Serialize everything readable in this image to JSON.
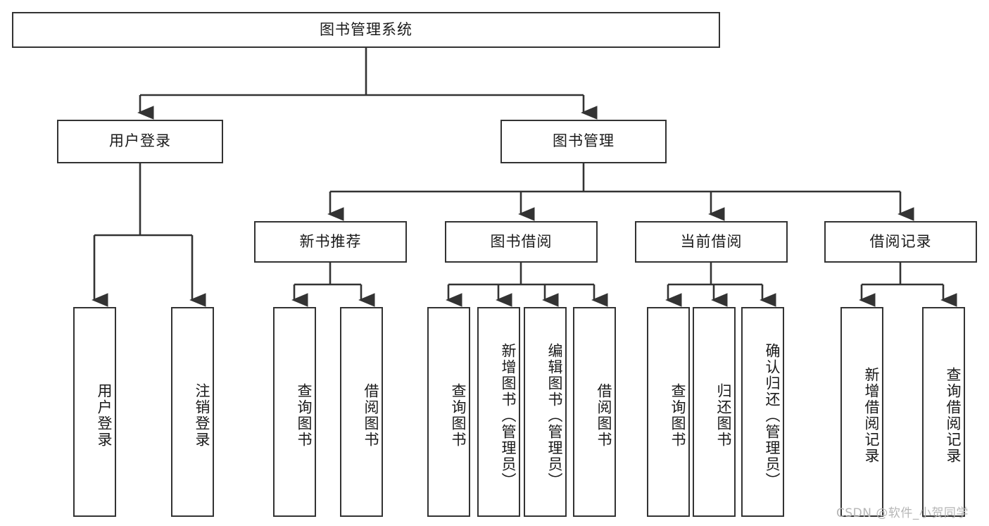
{
  "diagram": {
    "title": "图书管理系统",
    "type": "tree-hierarchy-chart",
    "root": {
      "label": "图书管理系统"
    },
    "level2": [
      {
        "label": "用户登录"
      },
      {
        "label": "图书管理"
      }
    ],
    "level3": [
      {
        "label": "新书推荐"
      },
      {
        "label": "图书借阅"
      },
      {
        "label": "当前借阅"
      },
      {
        "label": "借阅记录"
      }
    ],
    "leaves": {
      "user_login": [
        {
          "label": "用户登录"
        },
        {
          "label": "注销登录"
        }
      ],
      "new_book_recommend": [
        {
          "label": "查询图书"
        },
        {
          "label": "借阅图书"
        }
      ],
      "book_borrow": [
        {
          "label": "查询图书"
        },
        {
          "label": "新增图书（管理员）"
        },
        {
          "label": "编辑图书（管理员）"
        },
        {
          "label": "借阅图书"
        }
      ],
      "current_borrow": [
        {
          "label": "查询图书"
        },
        {
          "label": "归还图书"
        },
        {
          "label": "确认归还（管理员）"
        }
      ],
      "borrow_record": [
        {
          "label": "新增借阅记录"
        },
        {
          "label": "查询借阅记录"
        }
      ]
    }
  },
  "watermark": {
    "text": "CSDN @软件_小贺同学"
  },
  "colors": {
    "stroke": "#333333",
    "box_fill": "#ffffff",
    "text": "#1a1a1a",
    "watermark": "#b6b6b6"
  }
}
